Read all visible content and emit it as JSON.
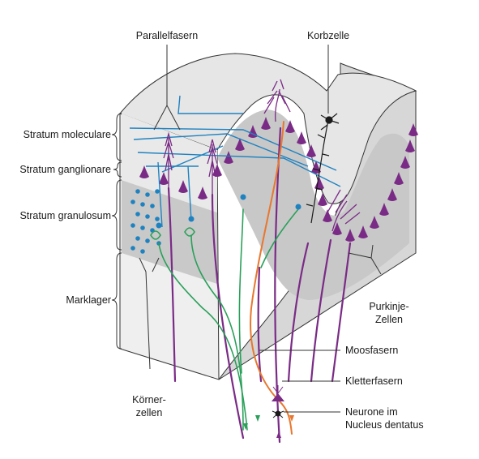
{
  "labels": {
    "parallelfasern": "Parallelfasern",
    "korbzelle": "Korbzelle",
    "stratum_moleculare": "Stratum moleculare",
    "stratum_ganglionare": "Stratum ganglionare",
    "stratum_granulosum": "Stratum granulosum",
    "marklager": "Marklager",
    "purkinje_1": "Purkinje-",
    "purkinje_2": "Zellen",
    "moosfasern": "Moosfasern",
    "kletterfasern": "Kletterfasern",
    "koerner_1": "Körner-",
    "koerner_2": "zellen",
    "neurone_1": "Neurone im",
    "neurone_2": "Nucleus dentatus"
  },
  "colors": {
    "purkinje": "#7a2b86",
    "granule": "#1f82c0",
    "mossy": "#2aa05a",
    "climbing": "#e8772e",
    "basket": "#1a1a1a"
  }
}
